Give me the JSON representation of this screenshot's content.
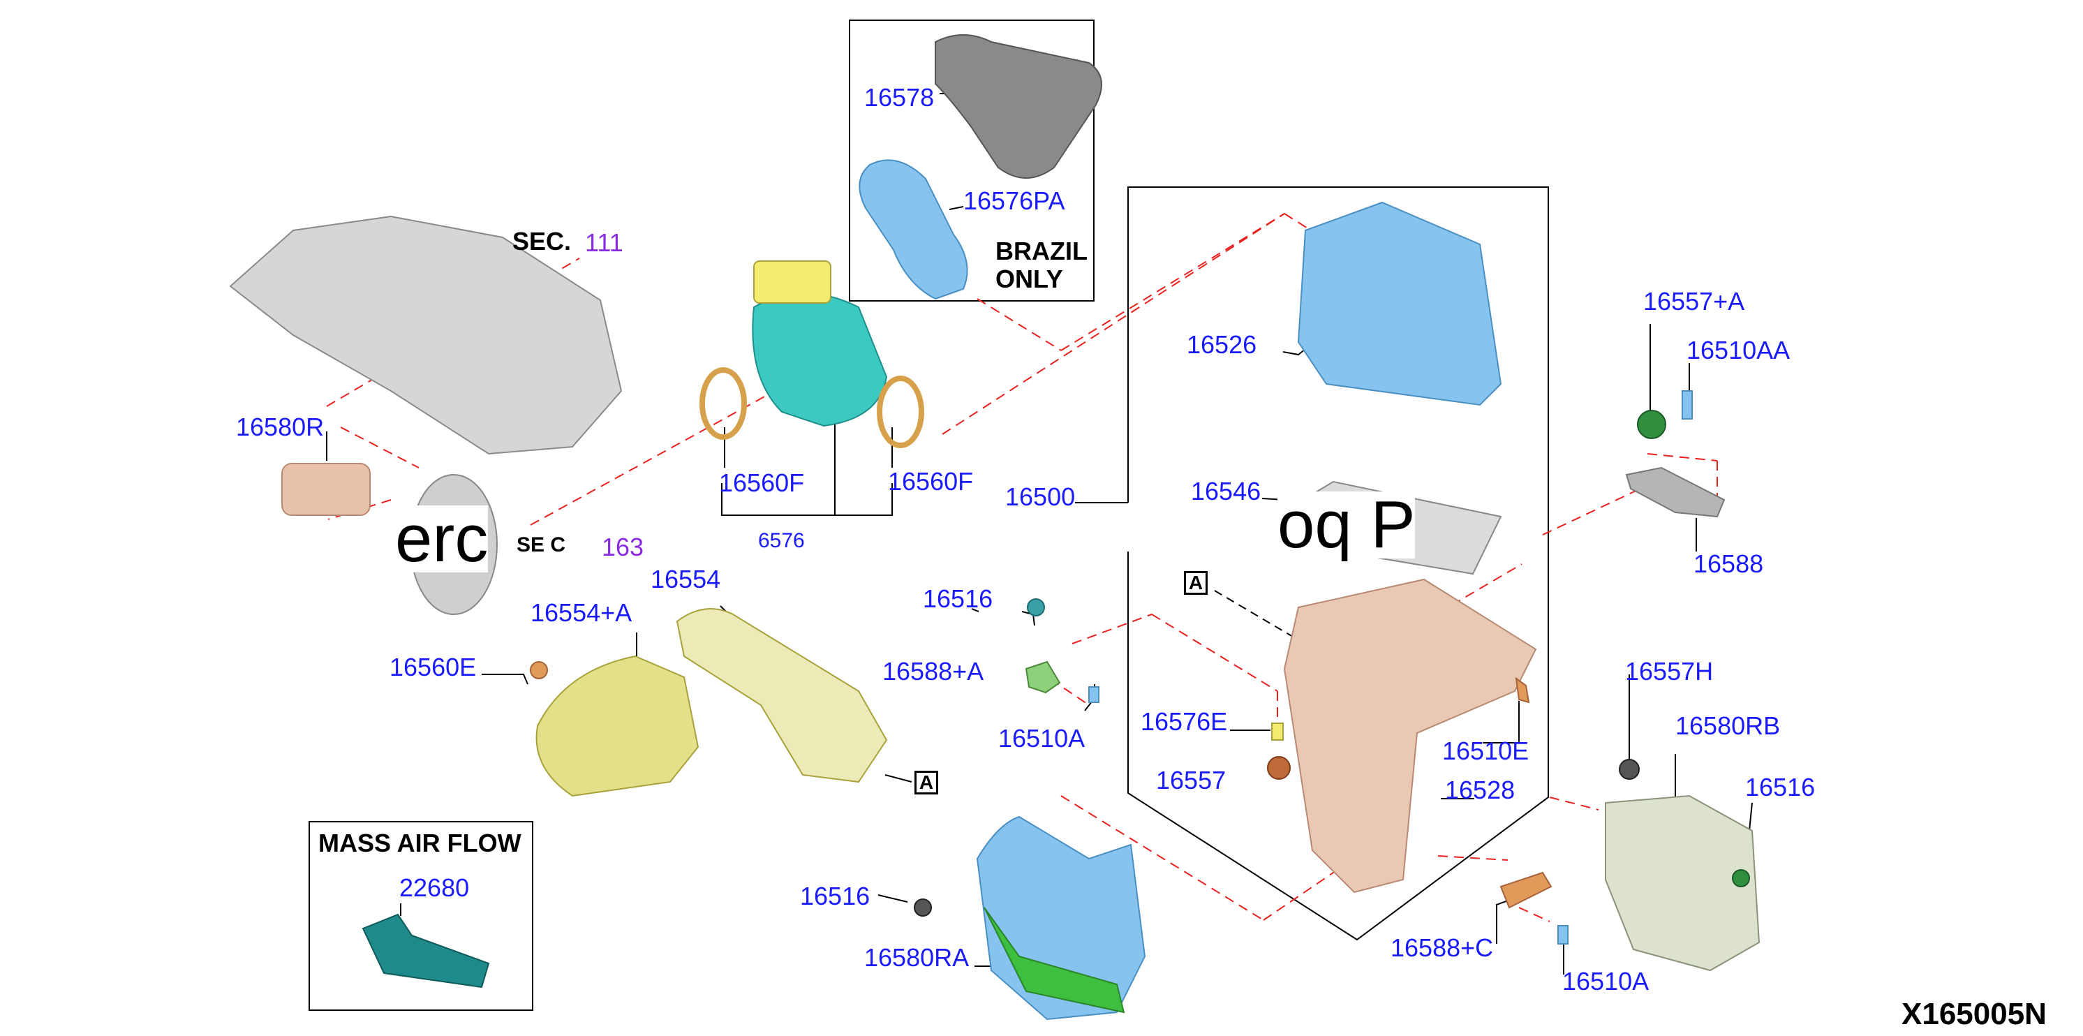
{
  "diagram": {
    "reference": "X165005N",
    "callouts": [
      "16578",
      "16576PA",
      "16526",
      "16546",
      "16500",
      "16557+A",
      "16510AA",
      "16588",
      "16580R",
      "16560F",
      "16560F",
      "16554",
      "16554+A",
      "16560E",
      "16516",
      "16588+A",
      "16510A",
      "16576E",
      "16557",
      "16510E",
      "16528",
      "16557H",
      "16580RB",
      "16516",
      "16516",
      "16580RA",
      "16588+C",
      "16510A",
      "22680"
    ],
    "sections": {
      "sec_label": "SEC.",
      "sec_number": "111",
      "sec_partial": "SE C",
      "sec_partial_number": "163",
      "hose_partial": "6576"
    },
    "notes": {
      "brazil_line1": "BRAZIL",
      "brazil_line2": "ONLY",
      "maf_title": "MASS AIR FLOW"
    },
    "markers": [
      "A",
      "A"
    ],
    "watermark": {
      "left": "erc",
      "right": "oq P"
    },
    "colors": {
      "callout": "#1a1aff",
      "section_ref": "#8a2be2",
      "leader_dashed": "#e8211f",
      "part_blue": "#86c3ee",
      "part_tan": "#e9c8b4",
      "part_yellow": "#e3e08a",
      "part_teal": "#3bc9c2",
      "part_green": "#3fbf3f",
      "part_gray": "#c9c9c9"
    }
  }
}
